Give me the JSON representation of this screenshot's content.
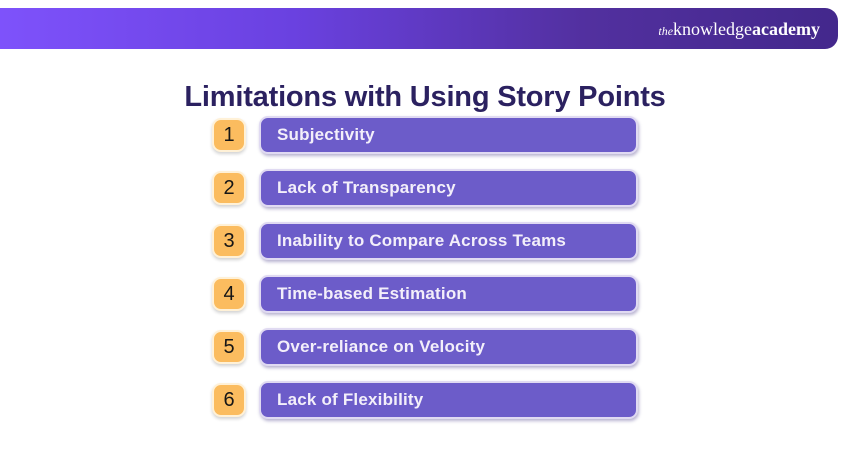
{
  "header": {
    "logo": {
      "the": "the",
      "knowledge": "knowledge",
      "academy": "academy"
    }
  },
  "title": "Limitations with Using Story Points",
  "items": [
    {
      "number": "1",
      "label": "Subjectivity"
    },
    {
      "number": "2",
      "label": "Lack of Transparency"
    },
    {
      "number": "3",
      "label": "Inability to Compare Across Teams"
    },
    {
      "number": "4",
      "label": "Time-based Estimation"
    },
    {
      "number": "5",
      "label": "Over-reliance on Velocity"
    },
    {
      "number": "6",
      "label": "Lack of Flexibility"
    }
  ],
  "colors": {
    "header_gradient_start": "#7E52FB",
    "header_gradient_end": "#43288C",
    "title_text": "#2B2160",
    "badge_bg": "#FBBC5F",
    "badge_text": "#161616",
    "bar_bg": "#6C5CC9",
    "bar_border": "#E0DAF2",
    "bar_text": "#F3EFFA",
    "background": "#FFFFFF"
  }
}
